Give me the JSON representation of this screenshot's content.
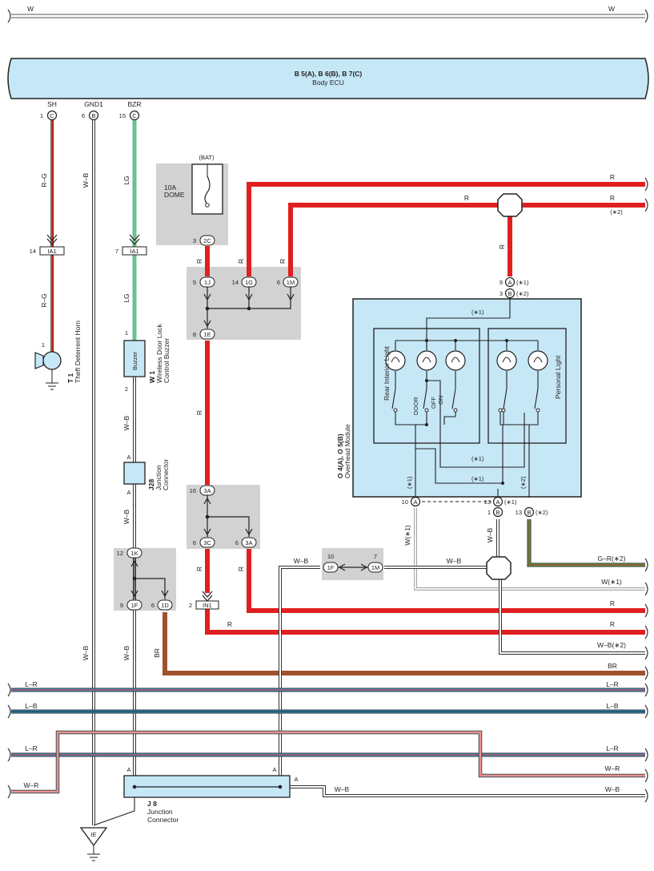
{
  "top_bus": {
    "left": "W",
    "right": "W"
  },
  "ecu": {
    "connectors": "B 5(A), B 6(B), B 7(C)",
    "name": "Body ECU"
  },
  "ecu_pins": [
    {
      "name": "SH",
      "num": "1",
      "conn": "C"
    },
    {
      "name": "GND1",
      "num": "6",
      "conn": "B"
    },
    {
      "name": "BZR",
      "num": "15",
      "conn": "C"
    }
  ],
  "horn": {
    "wire_top": "R–G",
    "wire_bottom": "R–G",
    "jc_num": "14",
    "jc": "IA1",
    "pin": "1",
    "id": "T 1",
    "name": "Theft Deterrent Horn"
  },
  "gnd_wire": {
    "top": "W–B",
    "bottom": "W–B"
  },
  "buzzer": {
    "wire_top": "LG",
    "wire_mid": "LG",
    "jc_num": "7",
    "jc": "IA1",
    "pin_top": "1",
    "label": "Buzzer",
    "pin_bottom": "2",
    "id": "W 1",
    "name_line1": "Wireless Door Lock",
    "name_line2": "Control Buzzer",
    "wire_below": "W–B"
  },
  "j28": {
    "top": "A",
    "bottom": "A",
    "id": "J28",
    "name_line1": "Junction",
    "name_line2": "Connector",
    "wire_below": "W–B"
  },
  "fuse": {
    "source": "(BAT)",
    "rating": "10A",
    "name": "DOME",
    "pin_num": "3",
    "pin": "2C"
  },
  "jb1": {
    "p1_num": "5",
    "p1": "1J",
    "p2_num": "14",
    "p2": "1G",
    "p3_num": "6",
    "p3": "1M",
    "p4_num": "8",
    "p4": "1E"
  },
  "jb2": {
    "p1_num": "16",
    "p1": "3A",
    "p2_num": "6",
    "p2": "3C",
    "p3_num": "6",
    "p3": "3A"
  },
  "jb3": {
    "p1_num": "12",
    "p1": "1K",
    "p2_num": "9",
    "p2": "1F",
    "p3_num": "6",
    "p3": "1D"
  },
  "jb4": {
    "p1_num": "10",
    "p1": "1F",
    "p2_num": "7",
    "p2": "1M"
  },
  "in1": {
    "num": "2",
    "name": "IN1"
  },
  "red_labels": {
    "r1": "R",
    "r2": "R",
    "r3": "R",
    "r4": "R",
    "r5": "R",
    "r6": "R",
    "r7": "R",
    "r8": "R",
    "r9": "R",
    "r10": "R"
  },
  "right_labels": {
    "r_top": "R",
    "r_second": "R",
    "star2": "(∗2)",
    "gr": "G–R(∗2)",
    "w1": "W(∗1)",
    "r_a": "R",
    "r_b": "R",
    "wb2": "W–B(∗2)",
    "br": "BR",
    "lr1": "L–R",
    "lb1": "L–B",
    "lr2": "L–R",
    "wr": "W–R",
    "wb": "W–B"
  },
  "left_labels": {
    "lr1": "L–R",
    "lb1": "L–B",
    "lr2": "L–R",
    "wr": "W–R"
  },
  "module": {
    "id": "O 4(A), O 5(B)",
    "name": "Overhead Module",
    "pinA_num": "9",
    "pinA": "A",
    "pinA_note": "(∗1)",
    "pinB_num": "3",
    "pinB": "B",
    "pinB_note": "(∗2)",
    "rear_light": "Rear Interior Light",
    "personal_light": "Personal Light",
    "door": "DOOR",
    "off": "OFF",
    "on": "ON",
    "n1": "(∗1)",
    "n2": "(∗1)",
    "n3": "(∗1)",
    "n4": "(∗1)",
    "n5": "(∗2)",
    "b10_num": "10",
    "b10": "A",
    "b13a_num": "13",
    "b13a": "A",
    "b13a_note": "(∗1)",
    "b1_num": "1",
    "b1": "B",
    "b13b_num": "13",
    "b13b": "B",
    "b13b_note": "(∗2)",
    "wire_w": "W(∗1)",
    "wire_wb": "W–B"
  },
  "wb_mid": {
    "left": "W–B",
    "right": "W–B"
  },
  "br_wire": "BR",
  "wb_left": "W–B",
  "j8": {
    "a1": "A",
    "a2": "A",
    "a3": "A",
    "id": "J 8",
    "name_line1": "Junction",
    "name_line2": "Connector",
    "wire_right": "W–B"
  },
  "ground": "IE"
}
